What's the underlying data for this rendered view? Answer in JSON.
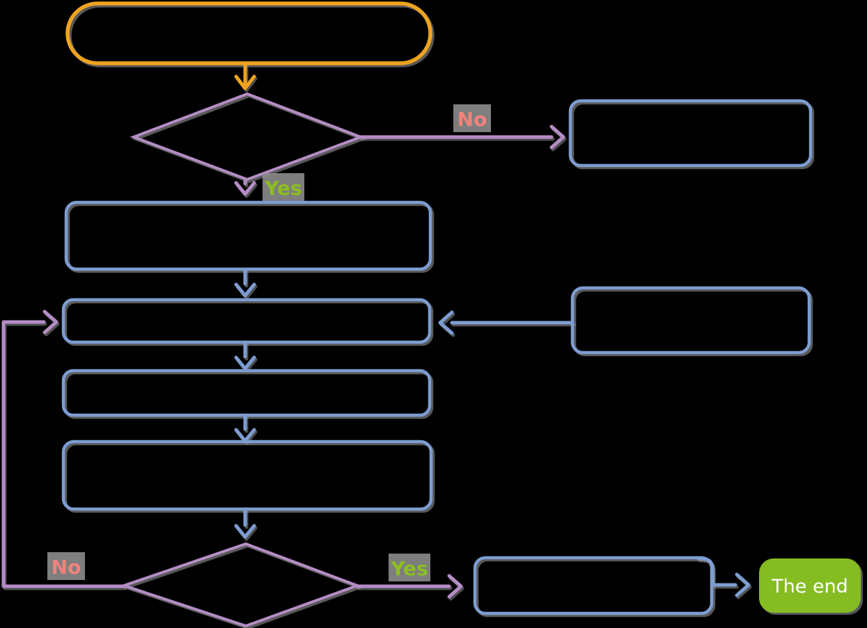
{
  "diagram": {
    "type": "flowchart",
    "background": "#000000",
    "colors": {
      "start_stroke": "#EFA41F",
      "process_stroke": "#7D9DD2",
      "decision_stroke": "#B58DC6",
      "end_fill": "#85BC22",
      "yes_label": "#8CBE22",
      "no_label": "#EF837B",
      "label_bg": "#8F8F8F",
      "end_text": "#FFFFFF",
      "shadow": "#8F8F8F"
    },
    "edge_labels": {
      "decision1_no": "No",
      "decision1_yes": "Yes",
      "decision2_no": "No",
      "decision2_yes": "Yes"
    },
    "end_node": {
      "label": "The end"
    }
  }
}
